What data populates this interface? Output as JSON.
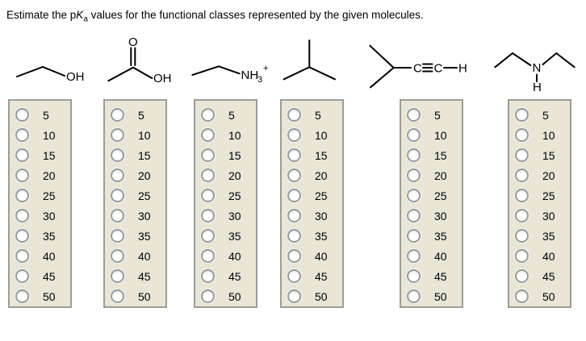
{
  "title": {
    "pre": "Estimate the p",
    "k": "K",
    "k_sub": "a",
    "post": " values for the functional classes represented by the given molecules."
  },
  "molecules": [
    {
      "id": "ethanol",
      "labels": [
        "OH"
      ]
    },
    {
      "id": "acetic-acid",
      "labels": [
        "O",
        "OH"
      ]
    },
    {
      "id": "ethylammonium",
      "labels": [
        "NH",
        "3",
        "+"
      ]
    },
    {
      "id": "isobutane",
      "labels": []
    },
    {
      "id": "methylbutyne",
      "labels": [
        "C",
        "C",
        "H"
      ]
    },
    {
      "id": "diethylamine",
      "labels": [
        "N",
        "H"
      ]
    }
  ],
  "answer_options": [
    "5",
    "10",
    "15",
    "20",
    "25",
    "30",
    "35",
    "40",
    "45",
    "50"
  ],
  "columns": [
    {
      "molecule": "ethanol",
      "selected": null
    },
    {
      "molecule": "acetic-acid",
      "selected": null
    },
    {
      "molecule": "ethylammonium",
      "selected": null
    },
    {
      "molecule": "isobutane",
      "selected": null
    },
    {
      "molecule": "methylbutyne",
      "selected": null
    },
    {
      "molecule": "diethylamine",
      "selected": null
    }
  ],
  "colors": {
    "panel_bg": "#e9e6d8",
    "panel_border": "#9b9d95",
    "bond": "#000000",
    "text": "#000000"
  }
}
